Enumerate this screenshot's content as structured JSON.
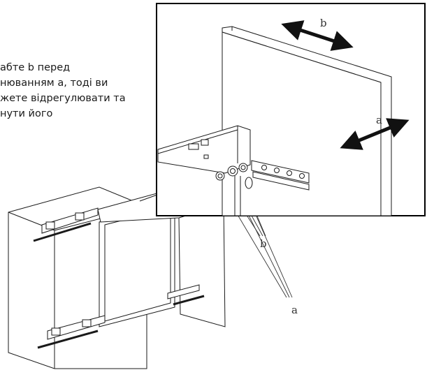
{
  "instruction": {
    "lines": [
      "абте b перед",
      "нюванням а, тоді ви",
      "жете відрегулювати та",
      "нути його"
    ]
  },
  "labels": {
    "b_top": "b",
    "a_right": "a",
    "b_screws": "b",
    "a_screws": "a"
  },
  "colors": {
    "line": "#1a1a1a",
    "arrow": "#111111",
    "frame": "#000000"
  }
}
